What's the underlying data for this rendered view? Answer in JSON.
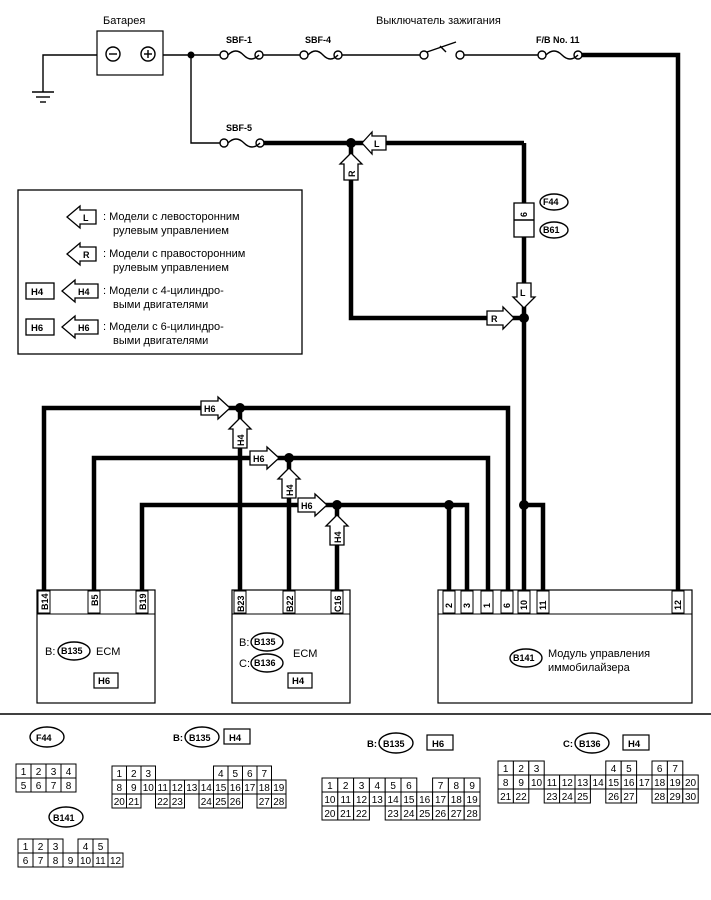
{
  "labels": {
    "battery": "Батарея",
    "ignition_switch": "Выключатель зажигания",
    "fuse_main": "F/B No. 11",
    "sbf1": "SBF-1",
    "sbf4": "SBF-4",
    "sbf5": "SBF-5",
    "batt_minus": "⊖",
    "batt_plus": "⊕"
  },
  "connectors_inline": {
    "f44": "F44",
    "b61": "B61",
    "pin6": "6"
  },
  "legend": {
    "lhd_tag": "L",
    "lhd_line1": ": Модели с левосторонним",
    "lhd_line2": "рулевым управлением",
    "rhd_tag": "R",
    "rhd_line1": ": Модели с правосторонним",
    "rhd_line2": "рулевым управлением",
    "h4_tag": "H4",
    "h4_line1": ": Модели с 4-цилиндро-",
    "h4_line2": "выми двигателями",
    "h6_tag": "H6",
    "h6_line1": ": Модели с 6-цилиндро-",
    "h6_line2": "выми двигателями"
  },
  "arrow_tags": {
    "l": "L",
    "r": "R",
    "h4": "H4",
    "h6": "H6"
  },
  "modules": {
    "ecm_h6": {
      "pins": [
        "B14",
        "B5",
        "B19"
      ],
      "prefix": "B:",
      "conn": "B135",
      "name": "ECM",
      "tag": "H6"
    },
    "ecm_h4": {
      "pins": [
        "B23",
        "B22",
        "C16"
      ],
      "prefix_b": "B:",
      "conn_b": "B135",
      "prefix_c": "C:",
      "conn_c": "B136",
      "name": "ECM",
      "tag": "H4"
    },
    "immo": {
      "pins": [
        "2",
        "3",
        "1",
        "6",
        "10",
        "11",
        "12"
      ],
      "conn": "B141",
      "name_line1": "Модуль управления",
      "name_line2": "иммобилайзера"
    }
  },
  "connector_views": {
    "f44": {
      "title": "F44",
      "rows": [
        [
          "1",
          "2",
          "3",
          "4"
        ],
        [
          "5",
          "6",
          "7",
          "8"
        ]
      ]
    },
    "b141": {
      "title": "B141",
      "rows": [
        [
          "1",
          "2",
          "3",
          "",
          "4",
          "5"
        ],
        [
          "6",
          "7",
          "8",
          "9",
          "10",
          "11",
          "12"
        ]
      ]
    },
    "b135_h4": {
      "prefix": "B:",
      "title": "B135",
      "tag": "H4",
      "rows": [
        [
          "1",
          "2",
          "3",
          "",
          "",
          "",
          "",
          "4",
          "5",
          "6",
          "7"
        ],
        [
          "8",
          "9",
          "10",
          "11",
          "12",
          "13",
          "14",
          "15",
          "16",
          "17",
          "18",
          "19"
        ],
        [
          "20",
          "21",
          "",
          "22",
          "23",
          "",
          "24",
          "25",
          "26",
          "",
          "27",
          "28"
        ]
      ]
    },
    "b135_h6": {
      "prefix": "B:",
      "title": "B135",
      "tag": "H6",
      "rows": [
        [
          "1",
          "2",
          "3",
          "4",
          "5",
          "6",
          "",
          "7",
          "8",
          "9"
        ],
        [
          "10",
          "11",
          "12",
          "13",
          "14",
          "15",
          "16",
          "17",
          "18",
          "19"
        ],
        [
          "20",
          "21",
          "22",
          "",
          "23",
          "24",
          "25",
          "26",
          "27",
          "28"
        ]
      ]
    },
    "b136_h4": {
      "prefix": "C:",
      "title": "B136",
      "tag": "H4",
      "rows": [
        [
          "1",
          "2",
          "3",
          "",
          "",
          "",
          "",
          "4",
          "5",
          "",
          "6",
          "7"
        ],
        [
          "8",
          "9",
          "10",
          "11",
          "12",
          "13",
          "14",
          "15",
          "16",
          "17",
          "18",
          "19",
          "20"
        ],
        [
          "21",
          "22",
          "",
          "23",
          "24",
          "25",
          "",
          "26",
          "27",
          "",
          "28",
          "29",
          "30"
        ]
      ]
    }
  }
}
